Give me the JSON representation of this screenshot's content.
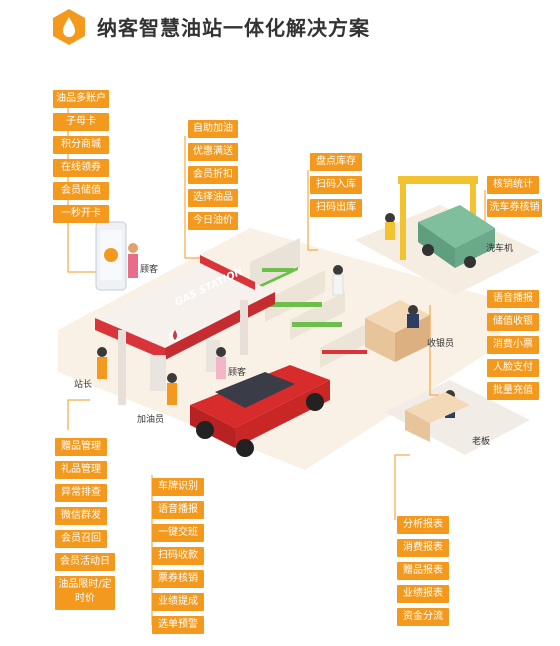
{
  "title": "纳客智慧油站一体化解决方案",
  "colors": {
    "accent": "#f39a1e",
    "floor": "#faf1e6",
    "canopy_red": "#d8343a",
    "car_red": "#d82b2b"
  },
  "icons": {
    "logo": "oil-drop-hexagon-icon"
  },
  "scene_sign": "GAS STATION",
  "groups": {
    "customer_phone": {
      "label": "顾客",
      "items": [
        "油品多账户",
        "子母卡",
        "积分商城",
        "在线领券",
        "会员储值",
        "一秒开卡"
      ]
    },
    "pump_customer": {
      "label": "顾客",
      "items": [
        "自助加油",
        "优惠满送",
        "会员折扣",
        "选择油品",
        "今日油价"
      ]
    },
    "store": {
      "items": [
        "盘点库存",
        "扫码入库",
        "扫码出库"
      ]
    },
    "car_wash": {
      "label": "洗车机",
      "items": [
        "核销统计",
        "洗车券核销"
      ]
    },
    "cashier": {
      "label": "收银员",
      "items": [
        "语音播报",
        "储值收银",
        "消费小票",
        "人脸支付",
        "批量充值"
      ]
    },
    "manager": {
      "label": "站长",
      "items": [
        "赠品管理",
        "礼品管理",
        "异常排查",
        "微信群发",
        "会员召回",
        "会员活动日",
        "油品限时/定时价"
      ]
    },
    "attendant": {
      "label": "加油员",
      "items": [
        "车牌识别",
        "语音播报",
        "一键交班",
        "扫码收款",
        "票券核销",
        "业绩提成",
        "选单预警"
      ]
    },
    "boss": {
      "label": "老板",
      "items": [
        "分析报表",
        "消费报表",
        "赠品报表",
        "业绩报表",
        "资金分流"
      ]
    }
  }
}
